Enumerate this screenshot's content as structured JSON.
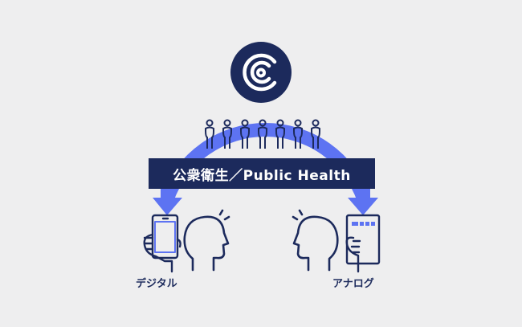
{
  "banner": {
    "label": "公衆衛生／Public Health"
  },
  "captions": {
    "digital": "デジタル",
    "analog": "アナログ"
  },
  "colors": {
    "navy": "#1c2a5c",
    "blue": "#5d73f2",
    "background": "#eeeeef"
  },
  "icons": {
    "logo": "concentric-c-logo-icon",
    "people": "person-outline-icon",
    "smartphone": "smartphone-in-hand-icon",
    "card": "card-in-hand-icon",
    "head": "head-profile-icon"
  }
}
